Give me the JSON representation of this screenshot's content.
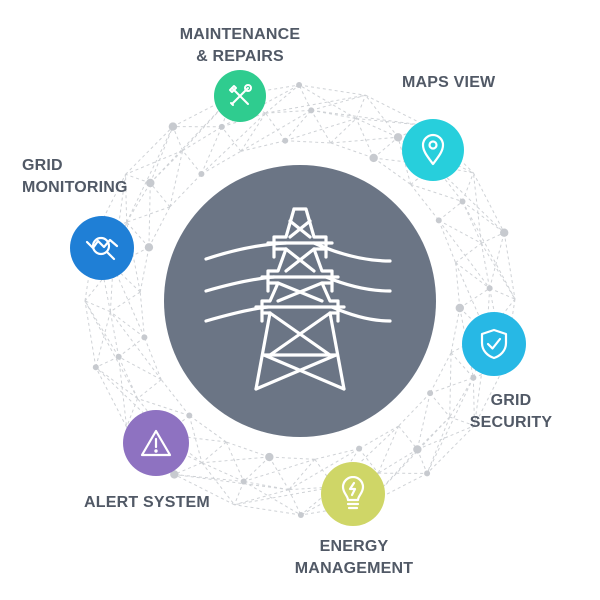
{
  "colors": {
    "hub": "#6b7585",
    "label_text": "#515966",
    "mesh_line": "#cfd2d6",
    "mesh_node": "#c7cacf"
  },
  "center": {
    "icon": "transmission-tower-icon"
  },
  "features": [
    {
      "id": "maintenance",
      "label": "MAINTENANCE\n& REPAIRS",
      "icon": "wrench-screwdriver-icon",
      "color": "#2fcc8f"
    },
    {
      "id": "maps",
      "label": "MAPS VIEW",
      "icon": "map-pin-icon",
      "color": "#27cfdc"
    },
    {
      "id": "security",
      "label": "GRID\nSECURITY",
      "icon": "shield-check-icon",
      "color": "#27b8e5"
    },
    {
      "id": "energy",
      "label": "ENERGY\nMANAGEMENT",
      "icon": "lightbulb-icon",
      "color": "#cfd667"
    },
    {
      "id": "alert",
      "label": "ALERT SYSTEM",
      "icon": "warning-icon",
      "color": "#8e72c1"
    },
    {
      "id": "monitoring",
      "label": "GRID\nMONITORING",
      "icon": "monitoring-magnifier-icon",
      "color": "#1f7fd6"
    }
  ]
}
